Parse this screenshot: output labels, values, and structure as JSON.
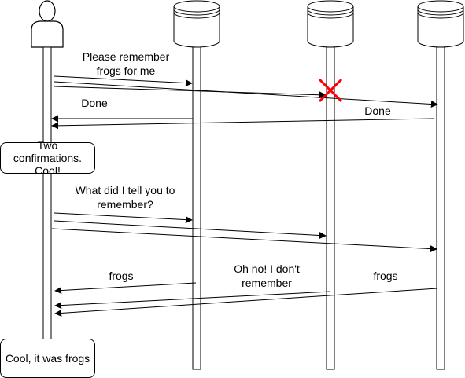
{
  "participants": [
    {
      "id": "user",
      "kind": "actor",
      "label": ""
    },
    {
      "id": "db1",
      "kind": "database",
      "label": ""
    },
    {
      "id": "db2",
      "kind": "database",
      "label": ""
    },
    {
      "id": "db3",
      "kind": "database",
      "label": ""
    }
  ],
  "messages": {
    "request_1": "Please remember\nfrogs for me",
    "reply_db1_1": "Done",
    "reply_db3_1": "Done",
    "request_2": "What did I tell you to\nremember?",
    "reply_db1_2": "frogs",
    "reply_db2_2": "Oh no! I don't\nremember",
    "reply_db3_2": "frogs"
  },
  "notes": {
    "note_1": "Two\nconfirmations.\nCool!",
    "note_2": "Cool, it was frogs"
  },
  "colors": {
    "line": "#000000",
    "failure_mark": "#ff0000",
    "background": "#ffffff"
  }
}
